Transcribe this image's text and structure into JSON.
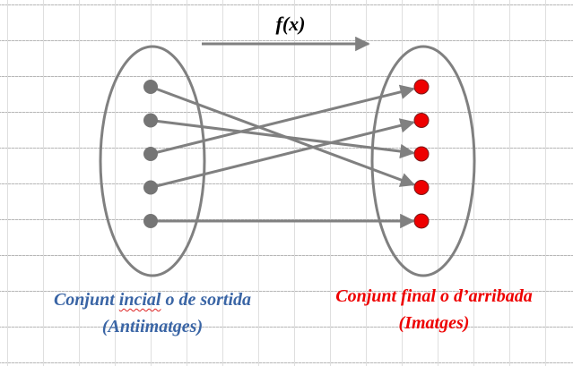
{
  "function_label": "f(x)",
  "left_set": {
    "caption_parts": [
      "Conjunt ",
      "incial",
      " o de sortida"
    ],
    "subcaption": "(Antiimatges)",
    "color": "#3a65a5"
  },
  "right_set": {
    "caption": "Conjunt final o d’arribada",
    "subcaption": "(Imatges)",
    "color": "#ee0000"
  },
  "colors": {
    "stroke": "#808080",
    "domain_point": "#757575",
    "codomain_point": "#ee0000",
    "spell_underline": "#dd2222"
  },
  "mapping": [
    {
      "from": 1,
      "to": 4
    },
    {
      "from": 2,
      "to": 3
    },
    {
      "from": 3,
      "to": 1
    },
    {
      "from": 4,
      "to": 2
    },
    {
      "from": 5,
      "to": 5
    }
  ]
}
